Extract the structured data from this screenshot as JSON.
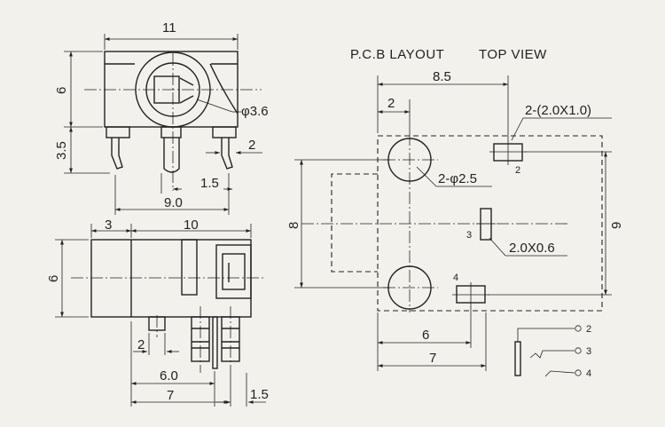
{
  "headings": {
    "pcb_layout": "P.C.B LAYOUT",
    "top_view": "TOP VIEW"
  },
  "front_view": {
    "dim_width": "11",
    "dim_height": "6",
    "dim_pin_height": "3.5",
    "dim_hole_dia": "φ3.6",
    "dim_pin_width": "2",
    "dim_pin_offset": "1.5",
    "dim_pin_span": "9.0"
  },
  "side_view": {
    "dim_front": "3",
    "dim_body": "10",
    "dim_height": "6",
    "dim_pin": "2",
    "dim_pin_pos_1": "6.0",
    "dim_pin_pos_2": "7",
    "dim_pin_pos_3": "1.5"
  },
  "pcb_layout": {
    "dim_top": "8.5",
    "dim_pad_offset": "2",
    "dim_slot_1": "2-(2.0X1.0)",
    "dim_holes": "2-φ2.5",
    "dim_slot_2": "2.0X0.6",
    "dim_height_left": "8",
    "dim_height_right": "9",
    "dim_bottom_1": "6",
    "dim_bottom_2": "7",
    "pad_labels": [
      "2",
      "3",
      "4"
    ]
  },
  "schematic": {
    "pins": [
      "2",
      "3",
      "4"
    ]
  }
}
